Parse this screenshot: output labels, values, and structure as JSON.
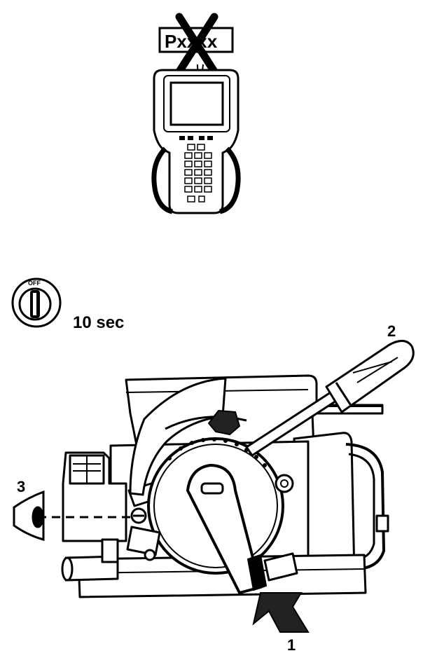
{
  "scan_tool": {
    "screen_code": "Pxxxx",
    "crossed_out": true
  },
  "ignition": {
    "switch_label": "OFF",
    "wait_time": "10 sec"
  },
  "callouts": [
    {
      "number": "1",
      "meaning": "push-direction-arrow"
    },
    {
      "number": "2",
      "meaning": "screwdriver"
    },
    {
      "number": "3",
      "meaning": "observe-eye"
    }
  ],
  "colors": {
    "ink": "#000000",
    "paper": "#ffffff",
    "shade": "#555555"
  }
}
